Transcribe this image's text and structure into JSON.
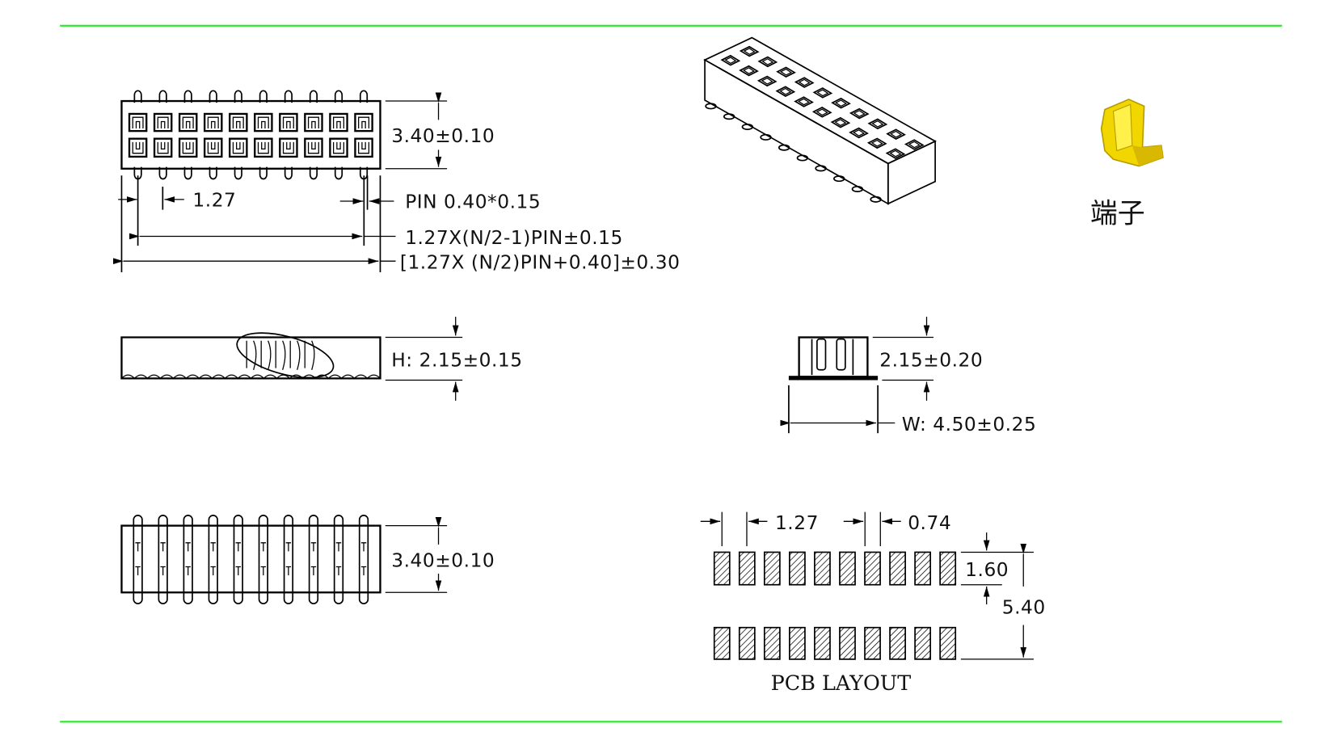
{
  "colors": {
    "frame_line": "#22ee22",
    "terminal": "#f2d600",
    "ink": "#000000"
  },
  "top_view": {
    "height_dim": "3.40±0.10",
    "pitch_dim": "1.27",
    "pin_dim": "PIN  0.40*0.15",
    "span_dim": "1.27X(N/2-1)PIN±0.15",
    "overall_dim": "[1.27X  (N/2)PIN+0.40]±0.30",
    "pins_per_row": 10
  },
  "side_view": {
    "height_dim": "H:  2.15±0.15"
  },
  "end_view": {
    "height_dim": "2.15±0.20",
    "width_dim": "W:  4.50±0.25"
  },
  "bottom_view": {
    "height_dim": "3.40±0.10"
  },
  "terminal": {
    "label": "端子"
  },
  "pcb_layout": {
    "title": "PCB  LAYOUT",
    "pitch_dim": "1.27",
    "pad_width_dim": "0.74",
    "pad_length_dim": "1.60",
    "row_span_dim": "5.40"
  }
}
